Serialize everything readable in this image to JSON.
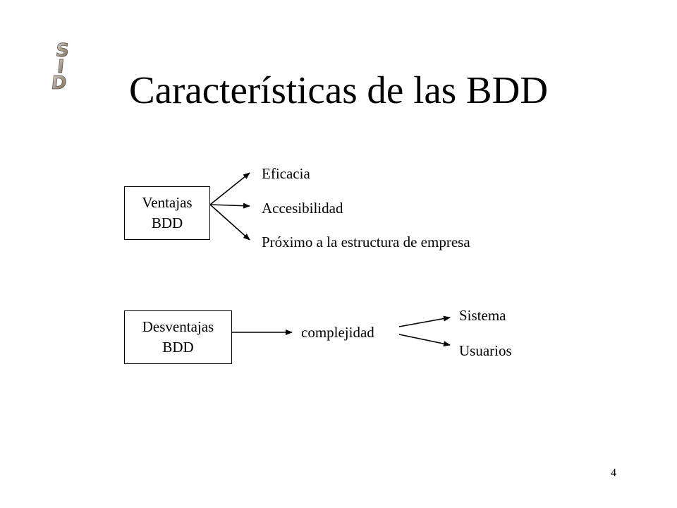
{
  "logo": {
    "letters": [
      "S",
      "I",
      "D"
    ]
  },
  "title": "Características de las BDD",
  "ventajas": {
    "box_line1": "Ventajas",
    "box_line2": "BDD",
    "items": [
      "Eficacia",
      "Accesibilidad",
      "Próximo a la estructura de empresa"
    ]
  },
  "desventajas": {
    "box_line1": "Desventajas",
    "box_line2": "BDD",
    "middle": "complejidad",
    "items": [
      "Sistema",
      "Usuarios"
    ]
  },
  "page_number": "4"
}
